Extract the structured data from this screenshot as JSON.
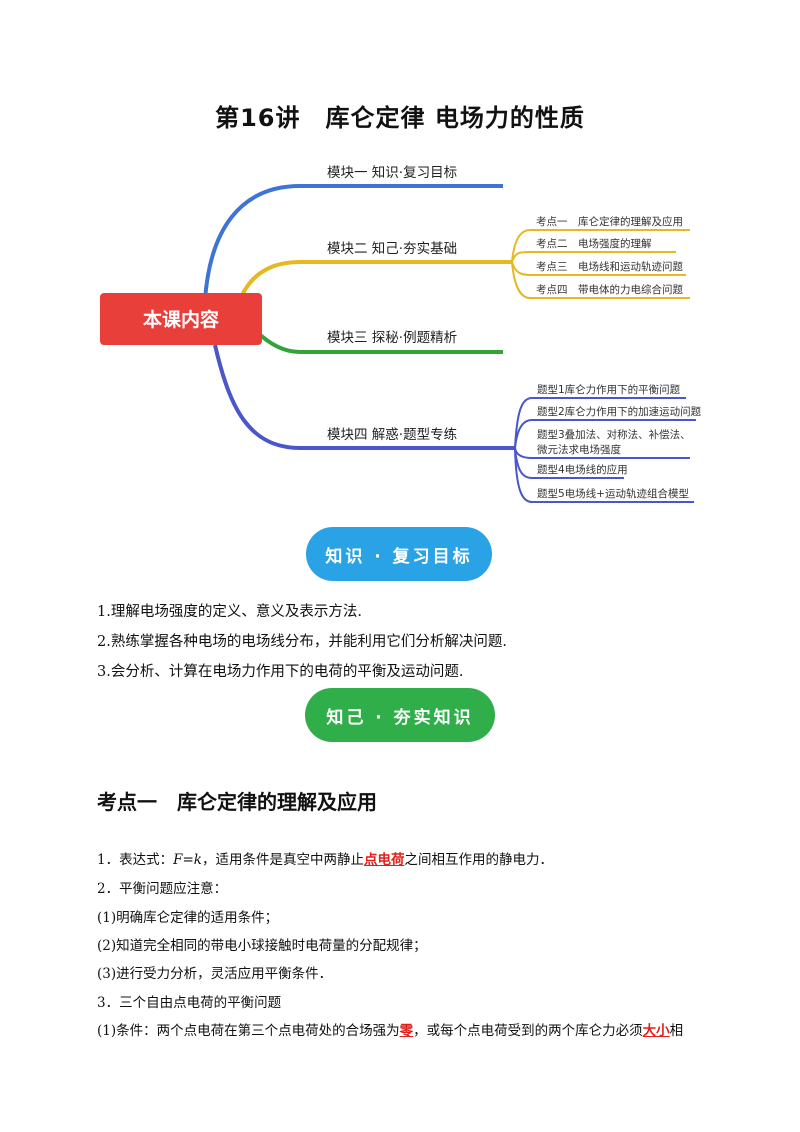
{
  "title": "第16讲　库仑定律  电场力的性质",
  "mindmap": {
    "root": "本课内容",
    "branches": [
      {
        "label": "模块一  知识·复习目标",
        "color": "#3f73d6",
        "items": []
      },
      {
        "label": "模块二  知己·夯实基础",
        "color": "#e8b820",
        "items": [
          "考点一　库仑定律的理解及应用",
          "考点二　电场强度的理解",
          "考点三　电场线和运动轨迹问题",
          "考点四　带电体的力电综合问题"
        ]
      },
      {
        "label": "模块三  探秘·例题精析",
        "color": "#35a33c",
        "items": []
      },
      {
        "label": "模块四  解惑·题型专练",
        "color": "#4a56c9",
        "items": [
          [
            "题型1库仑力作用下的平衡问题"
          ],
          [
            "题型2库仑力作用下的加速运动问题"
          ],
          [
            "题型3叠加法、对称法、补偿法、",
            "微元法求电场强度"
          ],
          [
            "题型4电场线的应用"
          ],
          [
            "题型5电场线+运动轨迹组合模型"
          ]
        ]
      }
    ]
  },
  "pills": {
    "review": "知识 · 复习目标",
    "know": "知己 · 夯实知识"
  },
  "objectives": [
    "1.理解电场强度的定义、意义及表示方法.",
    "2.熟练掌握各种电场的电场线分布，并能利用它们分析解决问题.",
    "3.会分析、计算在电场力作用下的电荷的平衡及运动问题."
  ],
  "section_heading": "考点一　库仑定律的理解及应用",
  "content": {
    "l1_a": "1．表达式：",
    "l1_formula": "F=k",
    "l1_b": "，适用条件是真空中两静止",
    "l1_red": "点电荷",
    "l1_c": "之间相互作用的静电力．",
    "l2": "2．平衡问题应注意：",
    "l3": "(1)明确库仑定律的适用条件；",
    "l4": "(2)知道完全相同的带电小球接触时电荷量的分配规律；",
    "l5": "(3)进行受力分析，灵活应用平衡条件．",
    "l6": "3．三个自由点电荷的平衡问题",
    "l7_a": "(1)条件：两个点电荷在第三个点电荷处的合场强为",
    "l7_red1": "零",
    "l7_b": "，或每个点电荷受到的两个库仑力必须",
    "l7_red2": "大小",
    "l7_c": "相"
  }
}
